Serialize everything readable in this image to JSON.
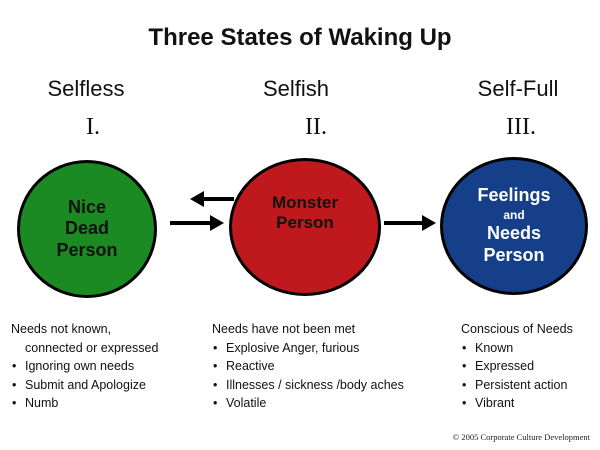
{
  "title": "Three States of Waking Up",
  "stages": [
    {
      "label": "Selfless",
      "numeral": "I.",
      "circle_lines": [
        "Nice",
        "Dead",
        "Person"
      ],
      "color": "#1b8a23",
      "description_head": "Needs not known,",
      "description_cont": "connected or expressed",
      "bullets": [
        "Ignoring own needs",
        "Submit and Apologize",
        "Numb"
      ]
    },
    {
      "label": "Selfish",
      "numeral": "II.",
      "circle_lines": [
        "Monster",
        "Person"
      ],
      "color": "#c0191d",
      "description_head": "Needs have not been met",
      "bullets": [
        "Explosive Anger, furious",
        "Reactive",
        "Illnesses / sickness /body aches",
        "Volatile"
      ]
    },
    {
      "label": "Self-Full",
      "numeral": "III.",
      "circle_lines": [
        "Feelings",
        "and",
        "Needs",
        "Person"
      ],
      "color": "#163f8a",
      "description_head": "Conscious of Needs",
      "bullets": [
        "Known",
        "Expressed",
        "Persistent action",
        "Vibrant"
      ]
    }
  ],
  "copyright": "© 2005 Corporate Culture Development"
}
